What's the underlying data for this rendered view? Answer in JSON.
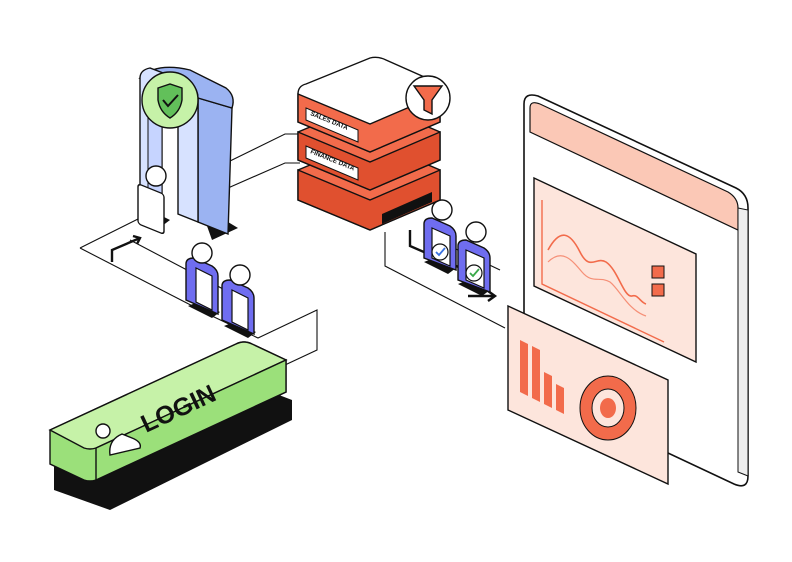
{
  "labels": {
    "sales": "SALES DATA",
    "finance": "FINANCE DATA",
    "login": "LOGIN"
  },
  "colors": {
    "orange": "#f26b4b",
    "orange_light": "#fbd1c3",
    "peach_panel": "#fde5dc",
    "blue": "#6f6df0",
    "blue_light": "#c9d7ff",
    "green": "#62c05a",
    "green_light": "#c6f2a8",
    "ink": "#111111"
  },
  "icons": {
    "security": "shield-check-icon",
    "filter": "funnel-icon",
    "login_user": "user-icon",
    "approval": "check-circle-icon"
  }
}
